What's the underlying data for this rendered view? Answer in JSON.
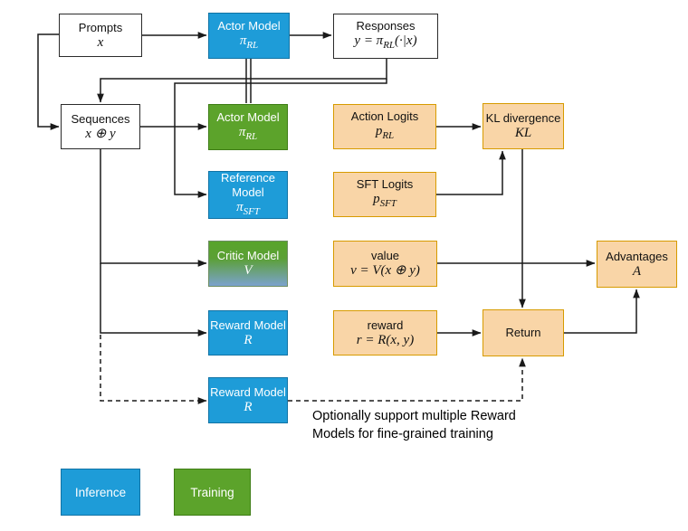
{
  "diagram": {
    "nodes": {
      "prompts": {
        "label": "Prompts",
        "math": {
          "pre": "x"
        }
      },
      "actor_rl_top": {
        "label": "Actor Model",
        "math": {
          "pre": "π",
          "sub": "RL"
        }
      },
      "responses": {
        "label": "Responses",
        "math": {
          "pre": "y = π",
          "sub": "RL",
          "post": "(·|x)"
        }
      },
      "sequences": {
        "label": "Sequences",
        "math": {
          "pre": "x ⊕ y"
        }
      },
      "actor_rl_train": {
        "label": "Actor Model",
        "math": {
          "pre": "π",
          "sub": "RL"
        }
      },
      "action_logits": {
        "label": "Action Logits",
        "math": {
          "pre": "p",
          "sub": "RL"
        }
      },
      "kl_divergence": {
        "label": "KL divergence",
        "math": {
          "pre": "KL"
        }
      },
      "reference_model": {
        "label": "Reference Model",
        "math": {
          "pre": "π",
          "sub": "SFT"
        }
      },
      "sft_logits": {
        "label": "SFT Logits",
        "math": {
          "pre": "p",
          "sub": "SFT"
        }
      },
      "critic_model": {
        "label": "Critic Model",
        "math": {
          "pre": "V"
        }
      },
      "value": {
        "label": "value",
        "math": {
          "pre": "v = V(x ⊕ y)"
        }
      },
      "advantages": {
        "label": "Advantages",
        "math": {
          "pre": "A"
        }
      },
      "reward_model": {
        "label": "Reward Model",
        "math": {
          "pre": "R"
        }
      },
      "reward": {
        "label": "reward",
        "math": {
          "pre": "r = R(x, y)"
        }
      },
      "return": {
        "label": "Return"
      },
      "reward_model_2": {
        "label": "Reward Model",
        "math": {
          "pre": "R"
        }
      }
    },
    "note": {
      "line1": "Optionally support multiple Reward",
      "line2": "Models for fine-grained training"
    },
    "legend": {
      "inference": "Inference",
      "training": "Training"
    },
    "colors": {
      "inference_blue": "#1E9CD8",
      "training_green": "#5CA32B",
      "tensor_orange_fill": "#F9D5A7",
      "tensor_orange_border": "#D79B00",
      "critic_gradient_bottom": "#7BA2CD",
      "line_black": "#1a1a1a"
    }
  }
}
